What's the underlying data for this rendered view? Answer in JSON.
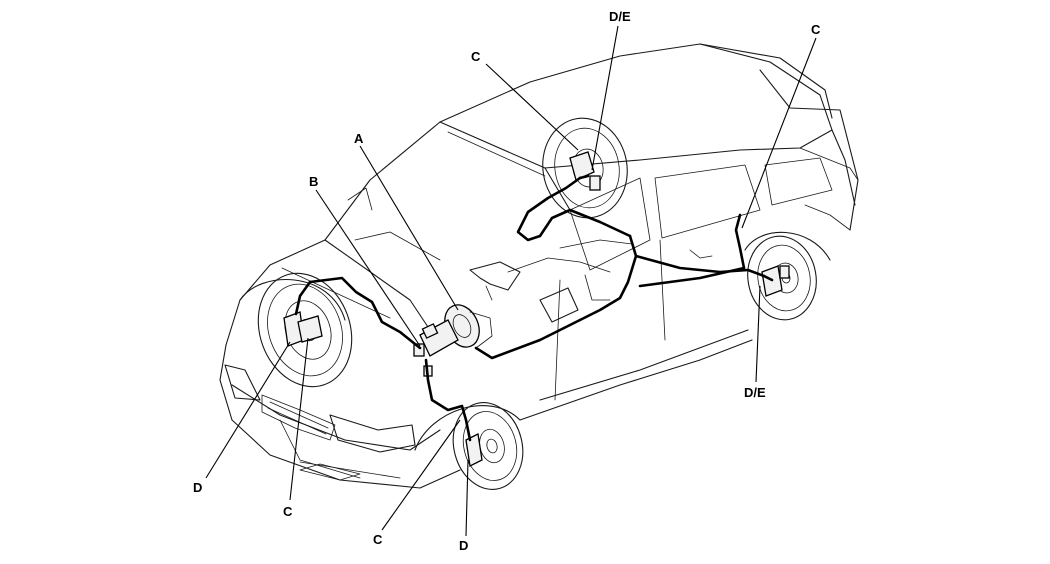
{
  "labels": {
    "a_master_cylinder": "A",
    "b_proportioning_valve": "B",
    "c_front_left_hose": "C",
    "c_front_right_hose": "C",
    "c_rear_left_hose": "C",
    "c_rear_right_hose": "C",
    "d_front_left_caliper": "D",
    "d_front_right_caliper": "D",
    "de_rear_left_brake": "D/E",
    "de_rear_right_brake": "D/E"
  },
  "colors": {
    "line": "#000000",
    "background": "#ffffff"
  }
}
